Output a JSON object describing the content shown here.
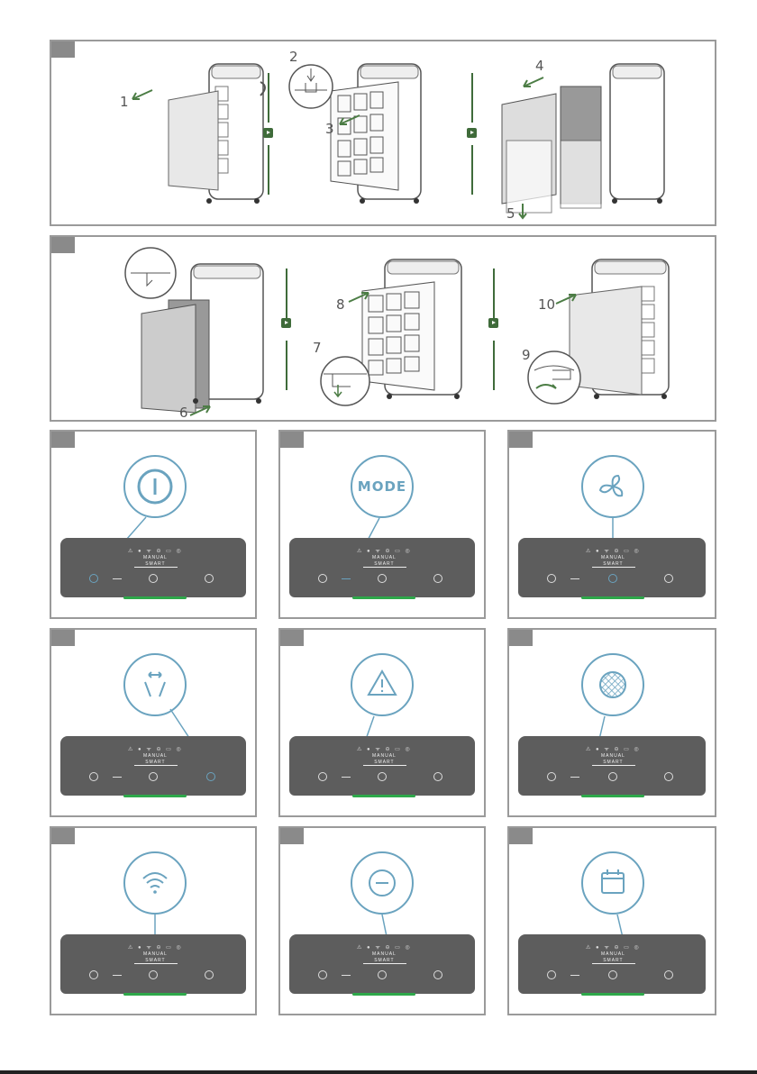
{
  "steps": {
    "n1": "1",
    "n2": "2",
    "n3": "3",
    "n4": "4",
    "n5": "5",
    "n6": "6",
    "n7": "7",
    "n8": "8",
    "n9": "9",
    "n10": "10"
  },
  "panel": {
    "manual": "MANUAL",
    "smart": "SMART"
  },
  "callouts": {
    "mode": "MODE"
  },
  "icons": [
    "power-icon",
    "mode-icon",
    "fan-icon",
    "oscillation-icon",
    "warning-icon",
    "filter-icon",
    "wifi-icon",
    "minus-icon",
    "calendar-icon"
  ],
  "colors": {
    "arrow": "#4c7d45",
    "callout": "#6aa3bf",
    "frame": "#9a9a9a",
    "panel": "#5d5d5d",
    "glow": "#2ea84a"
  }
}
